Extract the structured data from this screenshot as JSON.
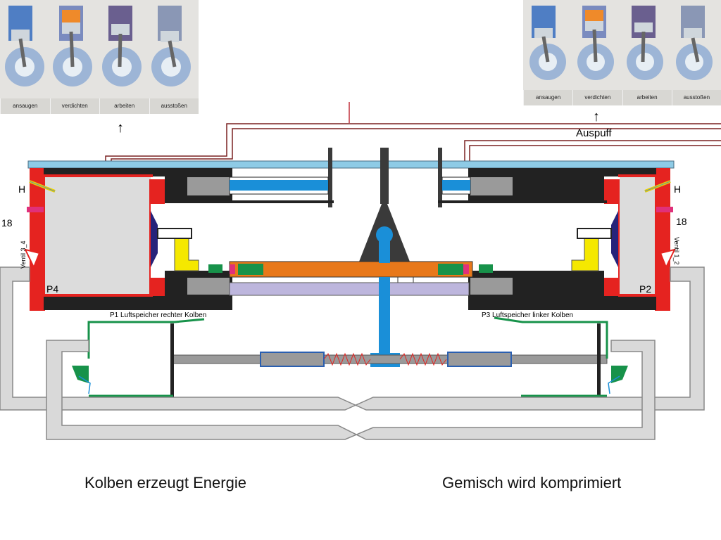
{
  "panels": {
    "left_stages": [
      "ansaugen",
      "verdichten",
      "arbeiten",
      "ausstoßen"
    ],
    "right_stages": [
      "ansaugen",
      "verdichten",
      "arbeiten",
      "ausstoßen"
    ]
  },
  "labels": {
    "arrow_up": "↑",
    "auspuff": "Auspuff",
    "h_left": "H",
    "h_right": "H",
    "num_left": "18",
    "num_right": "18",
    "ventil_left": "Ventil 3_4",
    "ventil_right": "Ventil 1_2",
    "p4": "P4",
    "p2": "P2",
    "p1": "P1 Luftspeicher rechter Kolben",
    "p3": "P3 Luftspeicher linker Kolben"
  },
  "captions": {
    "left": "Kolben erzeugt Energie",
    "right": "Gemisch wird komprimiert"
  },
  "colors": {
    "red": "#e52320",
    "blue": "#1a8fd8",
    "lightblue": "#8ecbe6",
    "orange": "#e8781a",
    "green": "#17924a",
    "yellow": "#f5e800",
    "lavender": "#bdb6dd",
    "darkgray": "#3a3a3a",
    "gray": "#9a9a9a",
    "pink": "#e0307a",
    "navy": "#26237a"
  }
}
